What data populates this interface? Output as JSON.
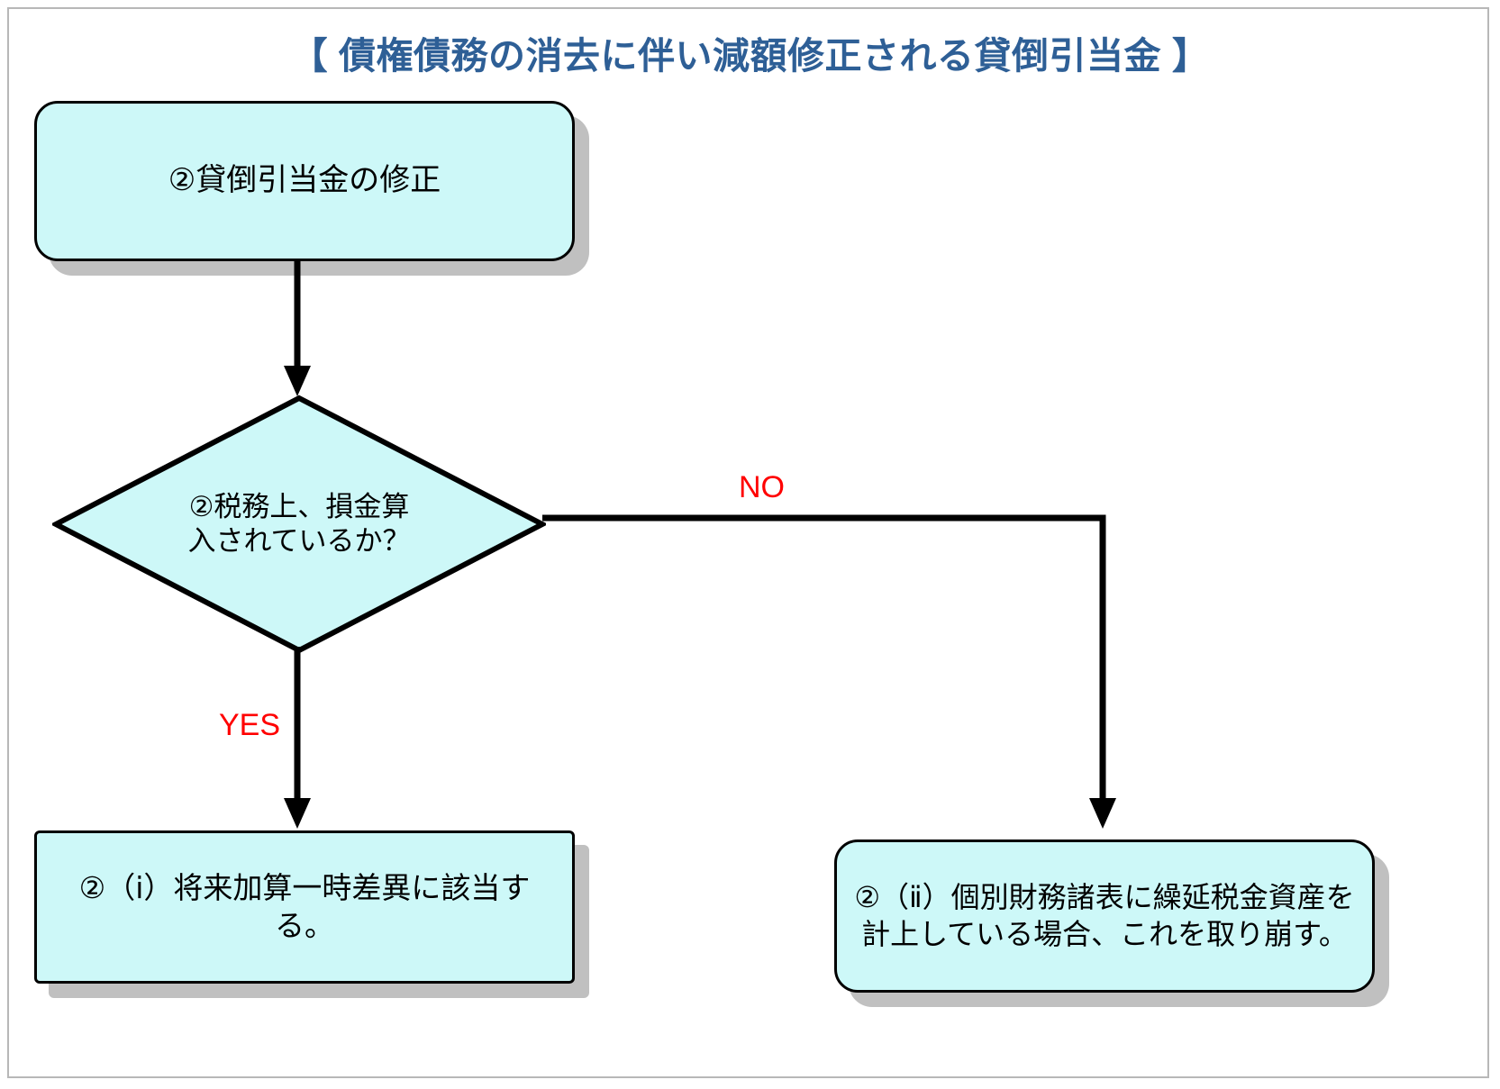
{
  "page": {
    "title": "【 債権債務の消去に伴い減額修正される貸倒引当金 】",
    "title_color": "#2e5f96",
    "background_color": "#ffffff",
    "frame_color": "#b8b8b8"
  },
  "style": {
    "node_fill": "#cdf8f8",
    "node_stroke": "#000000",
    "shadow_color": "#c0c0c0",
    "edge_color": "#000000",
    "edge_label_color": "#ff0000"
  },
  "nodes": {
    "start": {
      "id": "start",
      "shape": "rounded-rect",
      "label": "②貸倒引当金の修正"
    },
    "decision": {
      "id": "decision",
      "shape": "diamond",
      "label_line1": "②税務上、損金算",
      "label_line2": "入されているか？"
    },
    "outcome_yes": {
      "id": "outcome-yes",
      "shape": "rounded-rect",
      "label": "②（ⅰ）将来加算一時差異に該当する。"
    },
    "outcome_no": {
      "id": "outcome-no",
      "shape": "rounded-rect",
      "label_line1": "②（ⅱ）個別財務諸表に繰延税金資産を",
      "label_line2": "計上している場合、これを取り崩す。"
    }
  },
  "edges": {
    "start_to_decision": {
      "from": "start",
      "to": "decision",
      "label": ""
    },
    "decision_yes": {
      "from": "decision",
      "to": "outcome_yes",
      "label": "YES"
    },
    "decision_no": {
      "from": "decision",
      "to": "outcome_no",
      "label": "NO"
    }
  }
}
